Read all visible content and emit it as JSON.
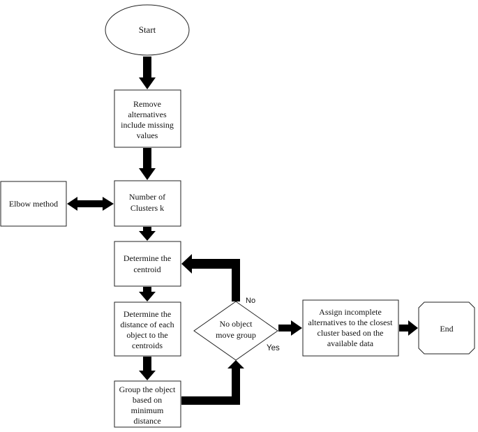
{
  "colors": {
    "stroke": "#222222",
    "arrow": "#000000",
    "background": "#ffffff"
  },
  "nodes": {
    "start": {
      "text": [
        "Start"
      ]
    },
    "remove": {
      "text": [
        "Remove",
        "alternatives",
        "include missing",
        "values"
      ]
    },
    "elbow": {
      "text": [
        "Elbow method"
      ]
    },
    "clusters": {
      "text": [
        "Number of",
        "Clusters k"
      ]
    },
    "centroid": {
      "text": [
        "Determine the",
        "centroid"
      ]
    },
    "distance": {
      "text": [
        "Determine the",
        "distance of each",
        "object to the",
        "centroids"
      ]
    },
    "group": {
      "text": [
        "Group the object",
        "based on",
        "minimum",
        "distance"
      ]
    },
    "decision": {
      "text": [
        "No object",
        "move group"
      ]
    },
    "assign": {
      "text": [
        "Assign incomplete",
        "alternatives to the closest",
        "cluster based on the",
        "available data"
      ]
    },
    "end": {
      "text": [
        "End"
      ]
    }
  },
  "edge_labels": {
    "no": "No",
    "yes": "Yes"
  }
}
